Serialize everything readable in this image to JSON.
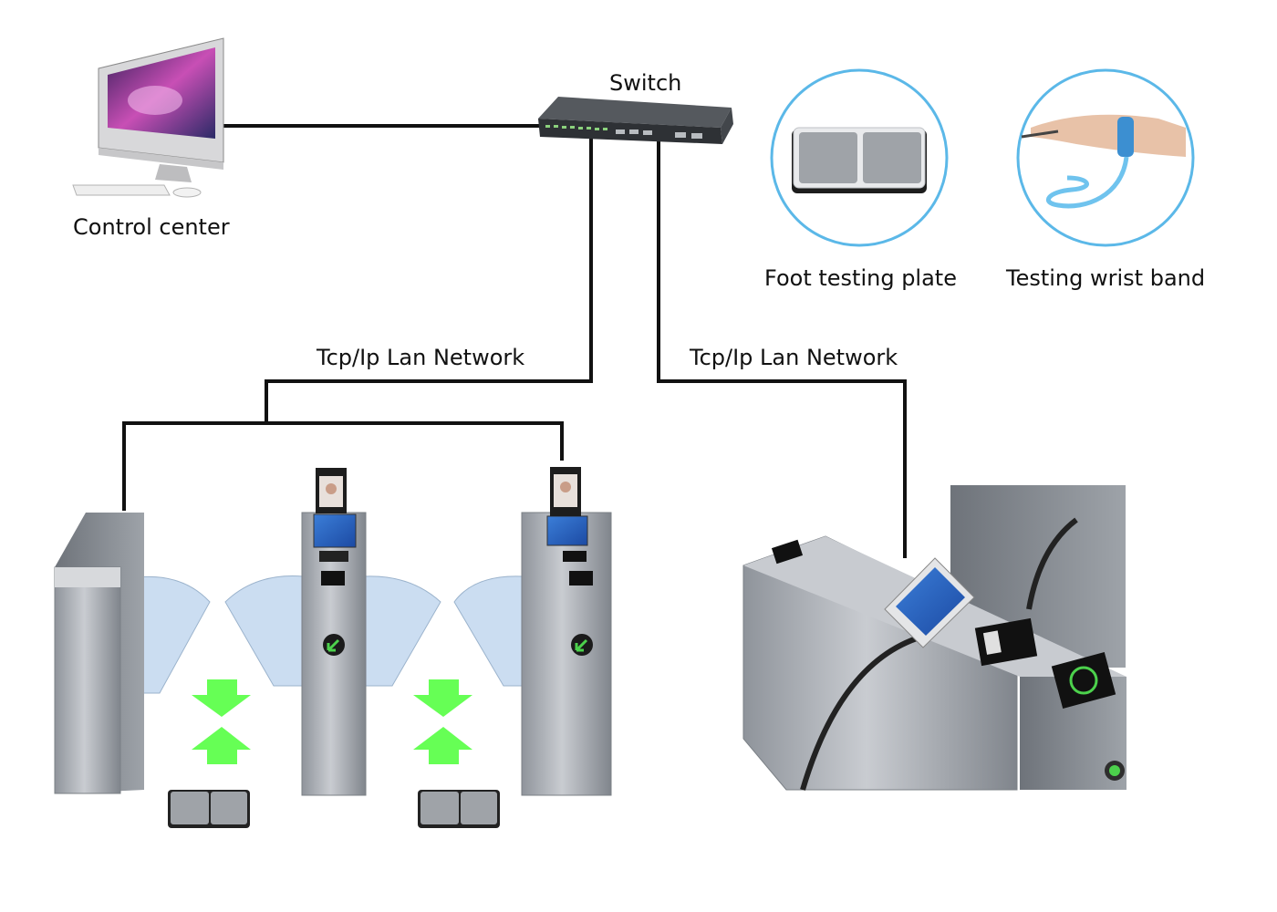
{
  "labels": {
    "control_center": "Control center",
    "switch": "Switch",
    "foot_plate": "Foot testing plate",
    "wrist_band": "Testing wrist band",
    "network_left": "Tcp/Ip Lan Network",
    "network_right": "Tcp/Ip Lan Network"
  },
  "icons": {
    "computer": "imac-computer-icon",
    "switch": "network-switch-icon",
    "foot_plate": "foot-testing-plate-icon",
    "wrist_band": "wrist-band-icon",
    "turnstile": "flap-barrier-turnstile",
    "arrow": "green-arrow-icon"
  },
  "colors": {
    "line": "#111111",
    "circle_border": "#5bb8e8",
    "arrow_green": "#66ff55",
    "steel": "#a9adb3",
    "glass": "#b9d3ee"
  }
}
